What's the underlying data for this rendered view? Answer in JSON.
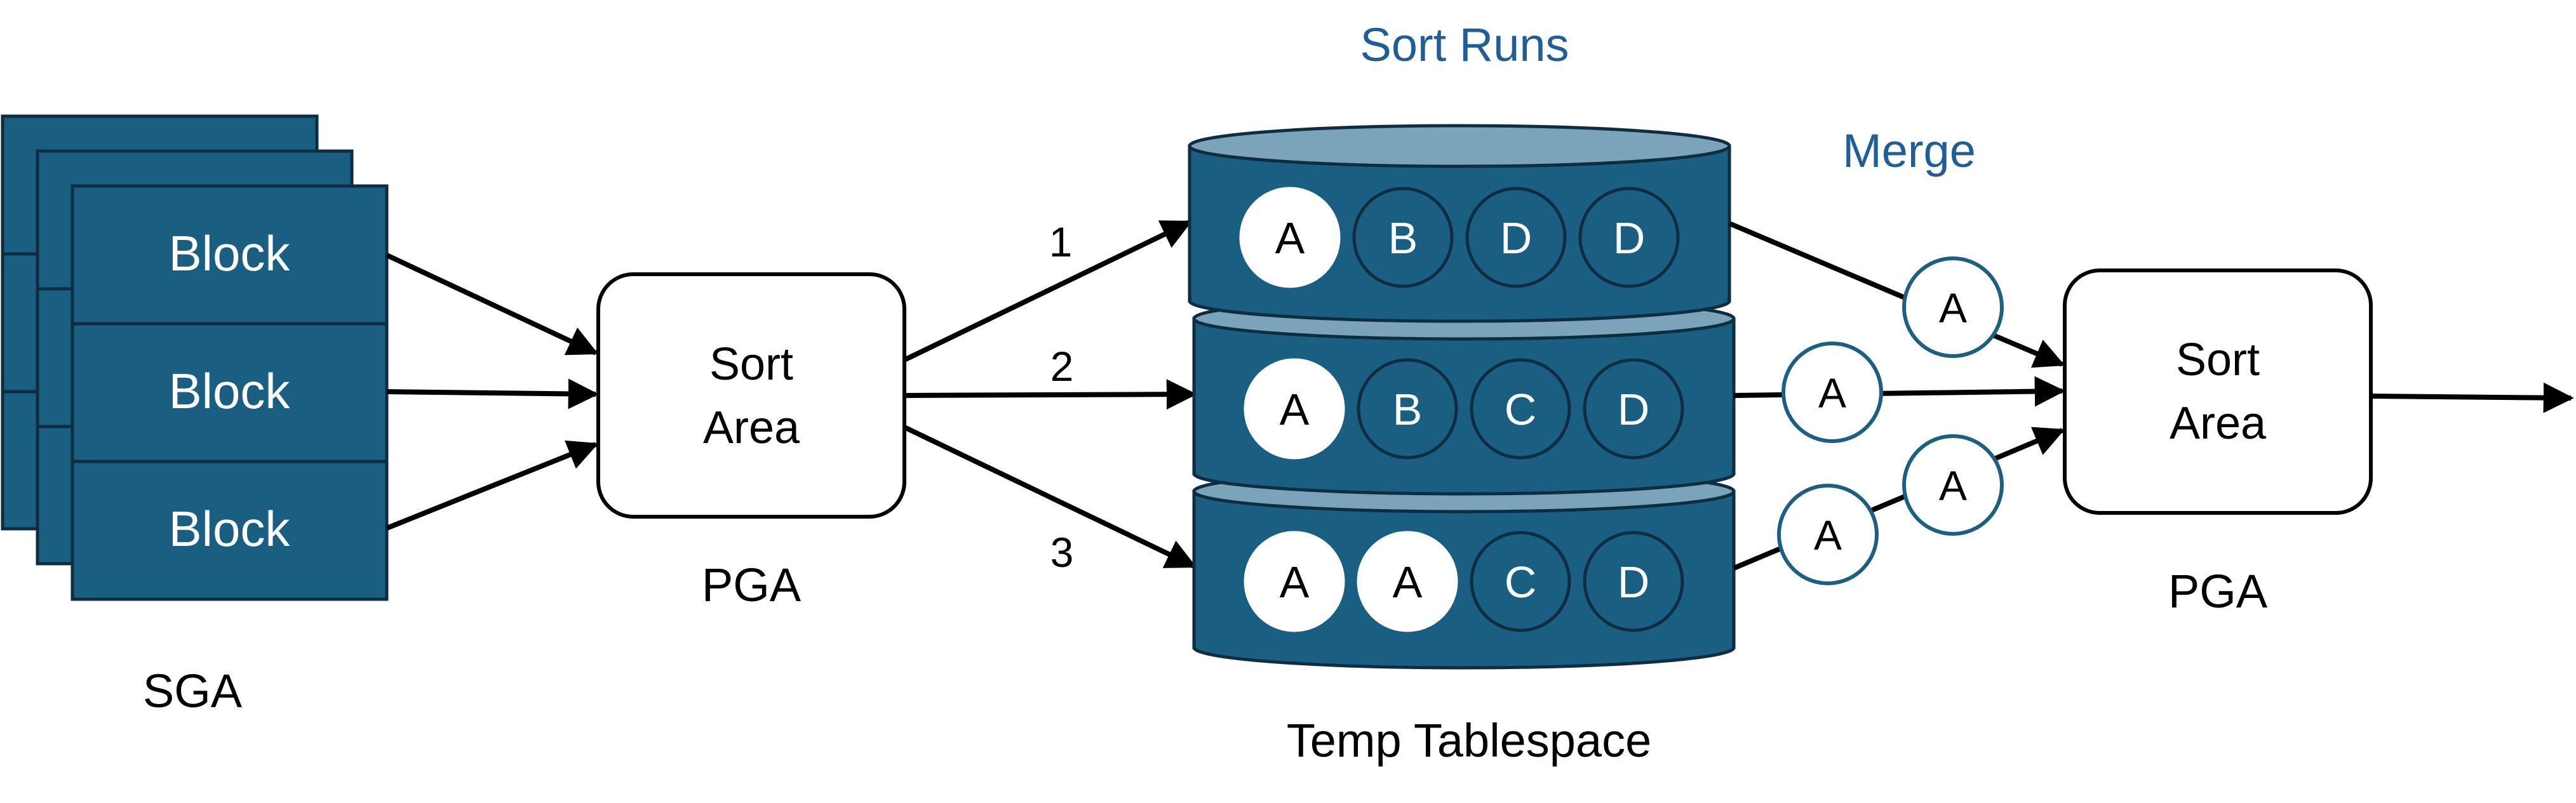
{
  "colors": {
    "block_fill": "#1a5f82",
    "block_stroke": "#0f2d40",
    "drum_top": "#7ba3b9",
    "accent_text": "#1f5e96",
    "merge_circle_stroke": "#1d5f80"
  },
  "sga": {
    "blocks": [
      "Block",
      "Block",
      "Block"
    ],
    "label": "SGA"
  },
  "pga_left": {
    "box_lines": [
      "Sort",
      "Area"
    ],
    "label": "PGA"
  },
  "pga_right": {
    "box_lines": [
      "Sort",
      "Area"
    ],
    "label": "PGA"
  },
  "temp": {
    "title": "Sort Runs",
    "label": "Temp Tablespace",
    "runs": [
      {
        "number": "1",
        "discs": [
          {
            "letter": "A",
            "highlighted": true
          },
          {
            "letter": "B",
            "highlighted": false
          },
          {
            "letter": "D",
            "highlighted": false
          },
          {
            "letter": "D",
            "highlighted": false
          }
        ]
      },
      {
        "number": "2",
        "discs": [
          {
            "letter": "A",
            "highlighted": true
          },
          {
            "letter": "B",
            "highlighted": false
          },
          {
            "letter": "C",
            "highlighted": false
          },
          {
            "letter": "D",
            "highlighted": false
          }
        ]
      },
      {
        "number": "3",
        "discs": [
          {
            "letter": "A",
            "highlighted": true
          },
          {
            "letter": "A",
            "highlighted": true
          },
          {
            "letter": "C",
            "highlighted": false
          },
          {
            "letter": "D",
            "highlighted": false
          }
        ]
      }
    ]
  },
  "merge": {
    "label": "Merge",
    "items": [
      "A",
      "A",
      "A",
      "A"
    ]
  }
}
